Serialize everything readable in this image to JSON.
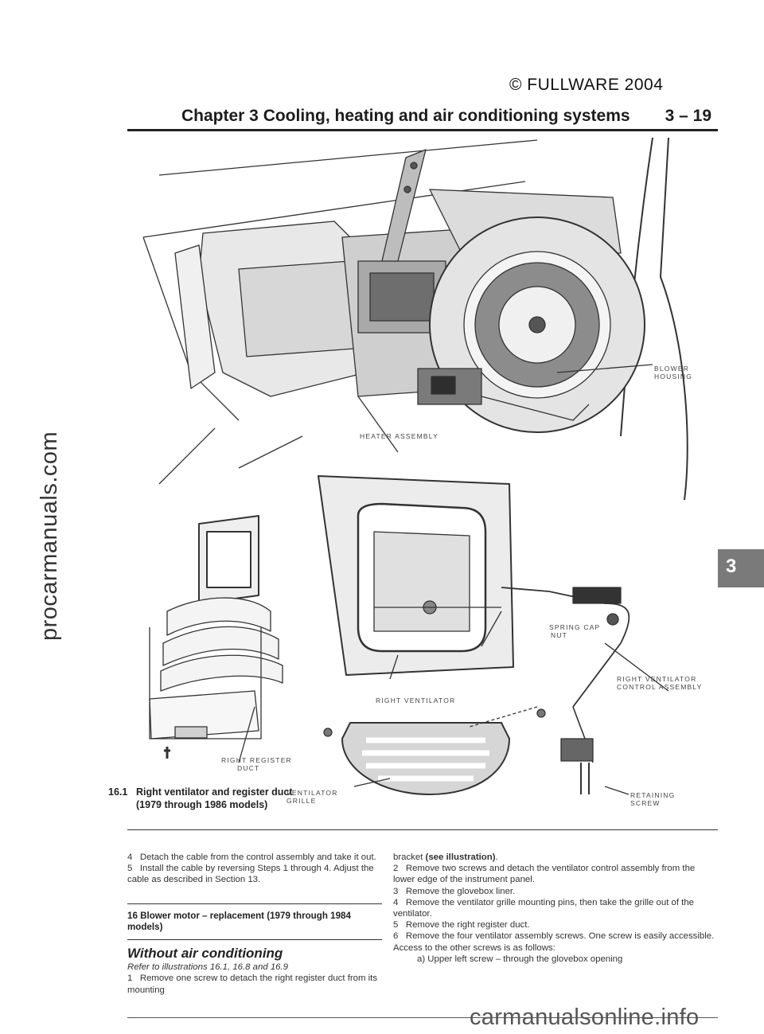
{
  "watermark_top": "© FULLWARE 2004",
  "header": {
    "title": "Chapter 3  Cooling, heating and air conditioning systems",
    "page": "3 – 19"
  },
  "side_watermark": "procarmanuals.com",
  "chapter_tab": "3",
  "figure": {
    "labels": {
      "blower_housing_1": "BLOWER",
      "blower_housing_2": "HOUSING",
      "heater_assembly": "HEATER ASSEMBLY",
      "spring_cap_1": "SPRING CAP",
      "spring_cap_2": "NUT",
      "control_1": "RIGHT VENTILATOR",
      "control_2": "CONTROL ASSEMBLY",
      "right_ventilator": "RIGHT VENTILATOR",
      "register_1": "RIGHT REGISTER",
      "register_2": "DUCT",
      "grille_1": "VENTILATOR",
      "grille_2": "GRILLE",
      "screw_1": "RETAINING",
      "screw_2": "SCREW"
    },
    "caption": {
      "number": "16.1",
      "line1": "Right ventilator and register duct",
      "line2": "(1979 through 1986 models)"
    }
  },
  "text_left": {
    "p4_num": "4",
    "p4": "Detach the cable from the control assembly and take it out.",
    "p5_num": "5",
    "p5": "Install the cable by reversing Steps 1 through 4. Adjust the cable as described in Section 13.",
    "section_title": "16  Blower motor – replacement (1979 through 1984 models)",
    "subheading": "Without air conditioning",
    "refer": "Refer to illustrations 16.1, 16.8 and 16.9",
    "p1_num": "1",
    "p1": "Remove one screw to detach the right register duct from its mounting"
  },
  "text_right": {
    "cont": "bracket ",
    "cont_bold": "(see illustration)",
    "cont_end": ".",
    "p2_num": "2",
    "p2": "Remove two screws and detach the ventilator control assembly from the lower edge of the instrument panel.",
    "p3_num": "3",
    "p3": "Remove the glovebox liner.",
    "p4_num": "4",
    "p4": "Remove the ventilator grille mounting pins, then take the grille out of the ventilator.",
    "p5_num": "5",
    "p5": "Remove the right register duct.",
    "p6_num": "6",
    "p6": "Remove the four ventilator assembly screws. One screw is easily accessible. Access to the other screws is as follows:",
    "pa": "a)  Upper left screw – through the glovebox opening"
  },
  "watermark_bottom": "carmanualsonline.info"
}
